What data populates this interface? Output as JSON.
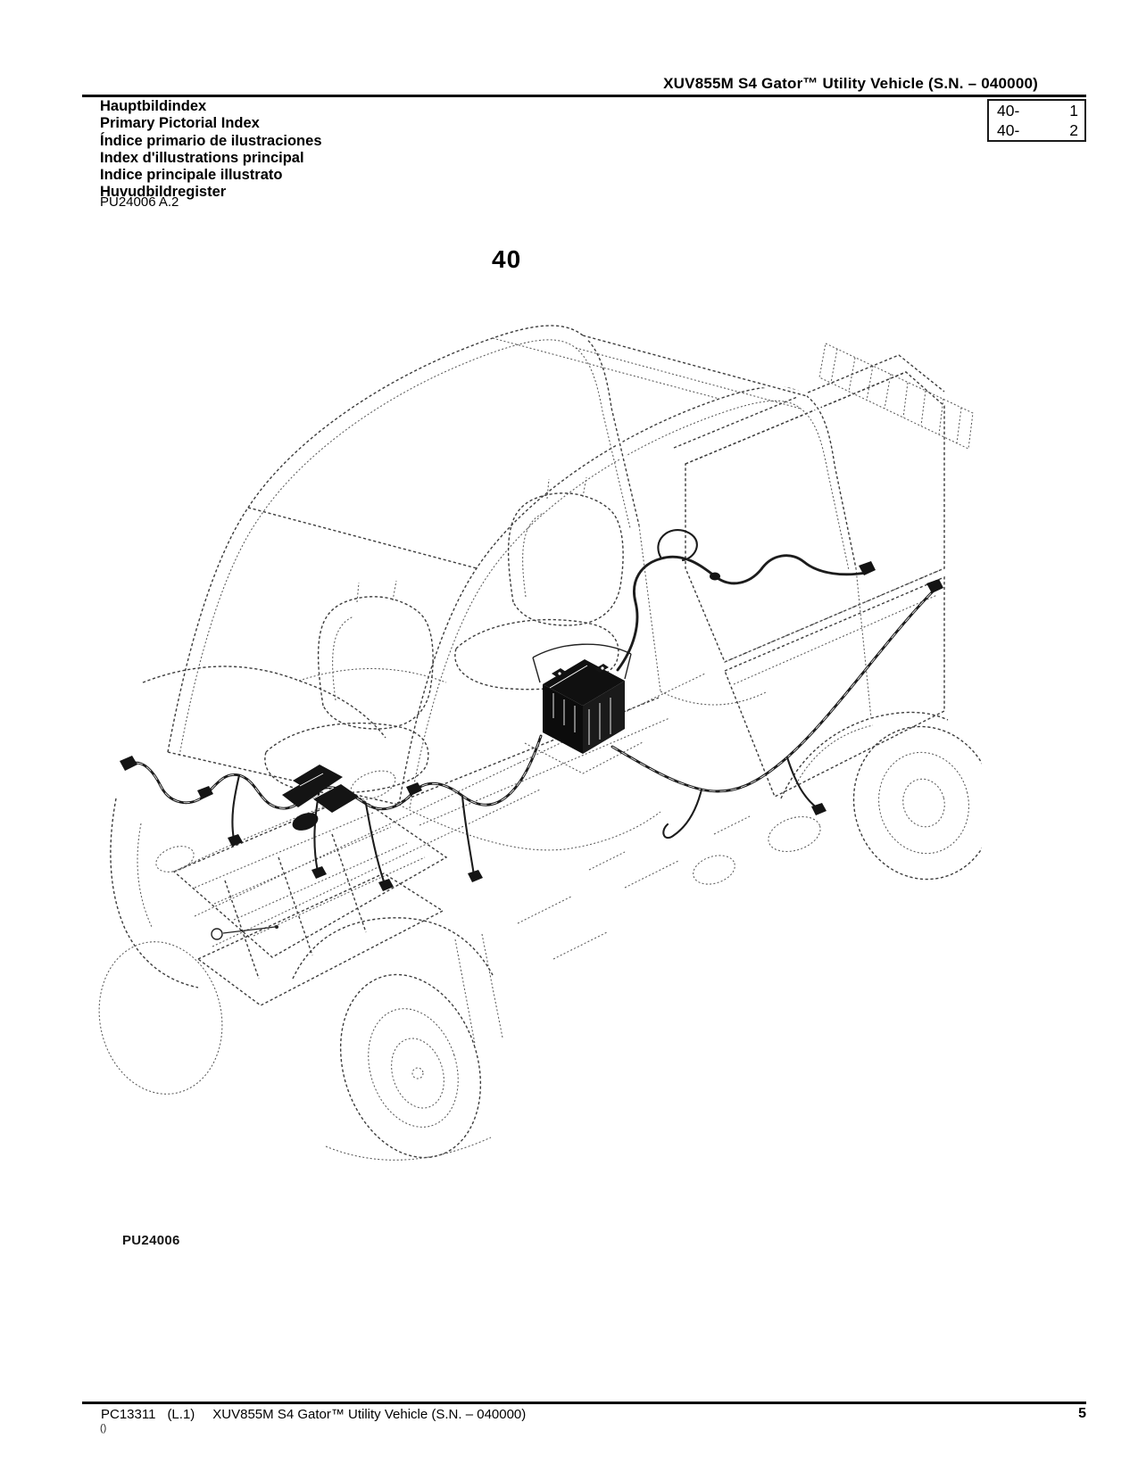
{
  "header": {
    "model_title": "XUV855M S4 Gator™ Utility Vehicle (S.N. – 040000)",
    "section_titles": [
      "Hauptbildindex",
      "Primary Pictorial Index",
      "Índice primario de ilustraciones",
      "Index d'illustrations principal",
      "Indice principale illustrato",
      "Huvudbildregister"
    ],
    "figure_code": "PU24006 A.2",
    "ref_box": {
      "rows": [
        {
          "group": "40-",
          "page": "1"
        },
        {
          "group": "40-",
          "page": "2"
        }
      ]
    }
  },
  "figure": {
    "group_number": "40",
    "image_code": "PU24006"
  },
  "footer": {
    "catalog_number": "PC13311",
    "language_code": "(L.1)",
    "model_title": "XUV855M S4 Gator™ Utility Vehicle (S.N. – 040000)",
    "note": "()",
    "page_number": "5"
  }
}
